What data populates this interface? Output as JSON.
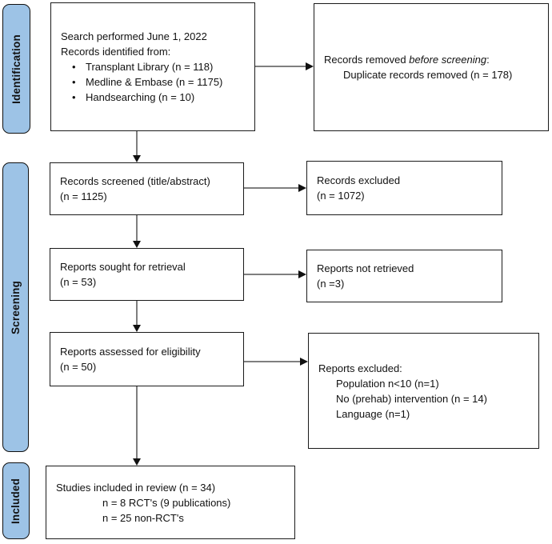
{
  "diagram": {
    "type": "prisma-flow-diagram",
    "accent_color": "#9DC3E6",
    "connector_color": "#7f7f7f",
    "border_color": "#1a1a1a"
  },
  "sidebar": {
    "items": [
      {
        "id": "identification",
        "label": "Identification"
      },
      {
        "id": "screening",
        "label": "Screening"
      },
      {
        "id": "included",
        "label": "Included"
      }
    ]
  },
  "boxes": {
    "records_identified": {
      "lines": [
        {
          "text": "Search performed June 1, 2022"
        },
        {
          "text": "Records identified from:"
        },
        {
          "bullet": true,
          "text": "Transplant Library (n = 118)"
        },
        {
          "bullet": true,
          "text": "Medline & Embase (n = 1175)"
        },
        {
          "bullet": true,
          "text": "Handsearching (n = 10)"
        }
      ]
    },
    "records_removed": {
      "lines": [
        {
          "segments": [
            {
              "text": "Records removed "
            },
            {
              "text": "before screening",
              "italic": true
            },
            {
              "text": ":"
            }
          ]
        },
        {
          "indent": 24,
          "text": "Duplicate records removed (n = 178)"
        }
      ]
    },
    "records_screened": {
      "lines": [
        {
          "text": "Records screened (title/abstract)"
        },
        {
          "text": "(n = 1125)"
        }
      ]
    },
    "records_excluded": {
      "lines": [
        {
          "text": "Records excluded"
        },
        {
          "text": "(n = 1072)"
        }
      ]
    },
    "reports_sought": {
      "lines": [
        {
          "text": "Reports sought for retrieval"
        },
        {
          "text": "(n = 53)"
        }
      ]
    },
    "reports_not_retrieved": {
      "lines": [
        {
          "text": "Reports not retrieved"
        },
        {
          "text": "(n =3)"
        }
      ]
    },
    "reports_assessed": {
      "lines": [
        {
          "text": "Reports assessed for eligibility"
        },
        {
          "text": "(n = 50)"
        }
      ]
    },
    "reports_excluded": {
      "lines": [
        {
          "text": "Reports excluded:"
        },
        {
          "indent": 22,
          "text": "Population n<10 (n=1)"
        },
        {
          "indent": 22,
          "text": "No (prehab) intervention (n = 14)"
        },
        {
          "indent": 22,
          "text": "Language (n=1)"
        }
      ]
    },
    "studies_included": {
      "lines": [
        {
          "text": "Studies included in review (n = 34)"
        },
        {
          "indent": 58,
          "text": "n = 8 RCT's (9 publications)"
        },
        {
          "indent": 58,
          "text": "n = 25 non-RCT's"
        }
      ]
    }
  }
}
